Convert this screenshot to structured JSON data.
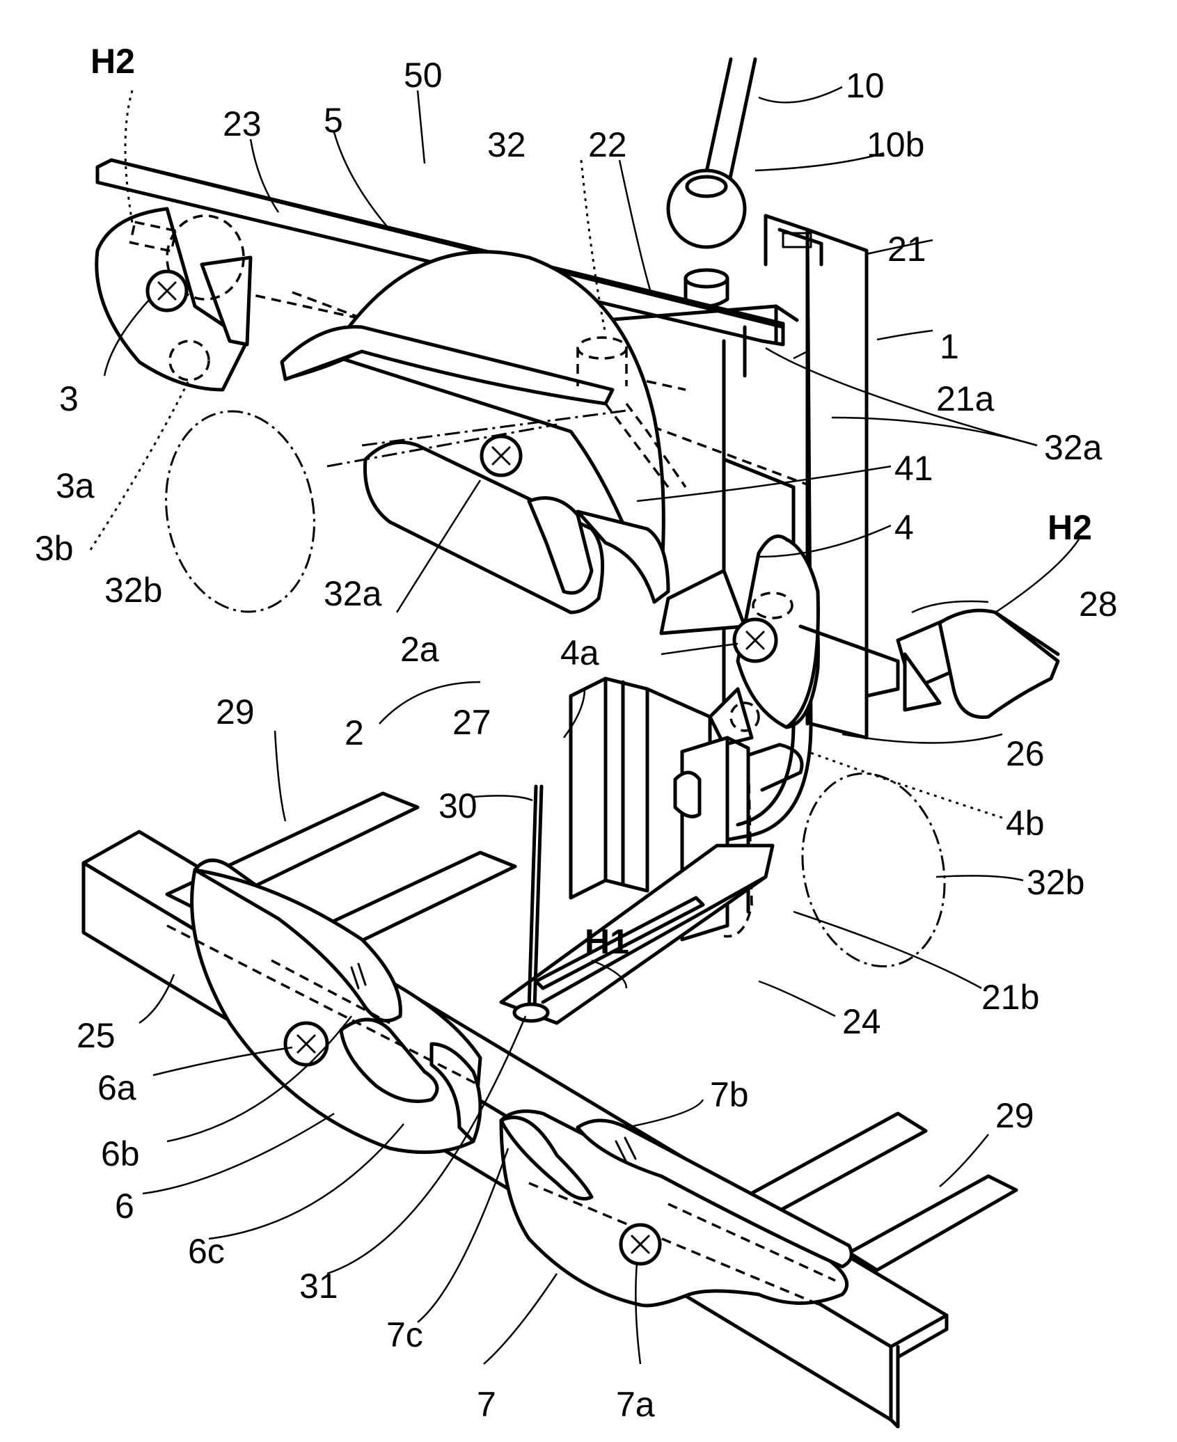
{
  "labels": {
    "h2_top": "H2",
    "n50": "50",
    "n10": "10",
    "n23": "23",
    "n5": "5",
    "n32": "32",
    "n22": "22",
    "n10b": "10b",
    "n21": "21",
    "n1": "1",
    "n3": "3",
    "n21a": "21a",
    "n32a_right": "32a",
    "n3a": "3a",
    "n41": "41",
    "n4": "4",
    "h2_right": "H2",
    "n3b": "3b",
    "n32b_left": "32b",
    "n32a_left": "32a",
    "n28": "28",
    "n2a": "2a",
    "n4a": "4a",
    "n29_top": "29",
    "n2": "2",
    "n27": "27",
    "n26": "26",
    "n30": "30",
    "n4b": "4b",
    "n32b_right": "32b",
    "h1": "H1",
    "n21b": "21b",
    "n25": "25",
    "n24": "24",
    "n7b": "7b",
    "n29_right": "29",
    "n6a": "6a",
    "n6b": "6b",
    "n6": "6",
    "n6c": "6c",
    "n31": "31",
    "n7c": "7c",
    "n7": "7",
    "n7a": "7a"
  }
}
